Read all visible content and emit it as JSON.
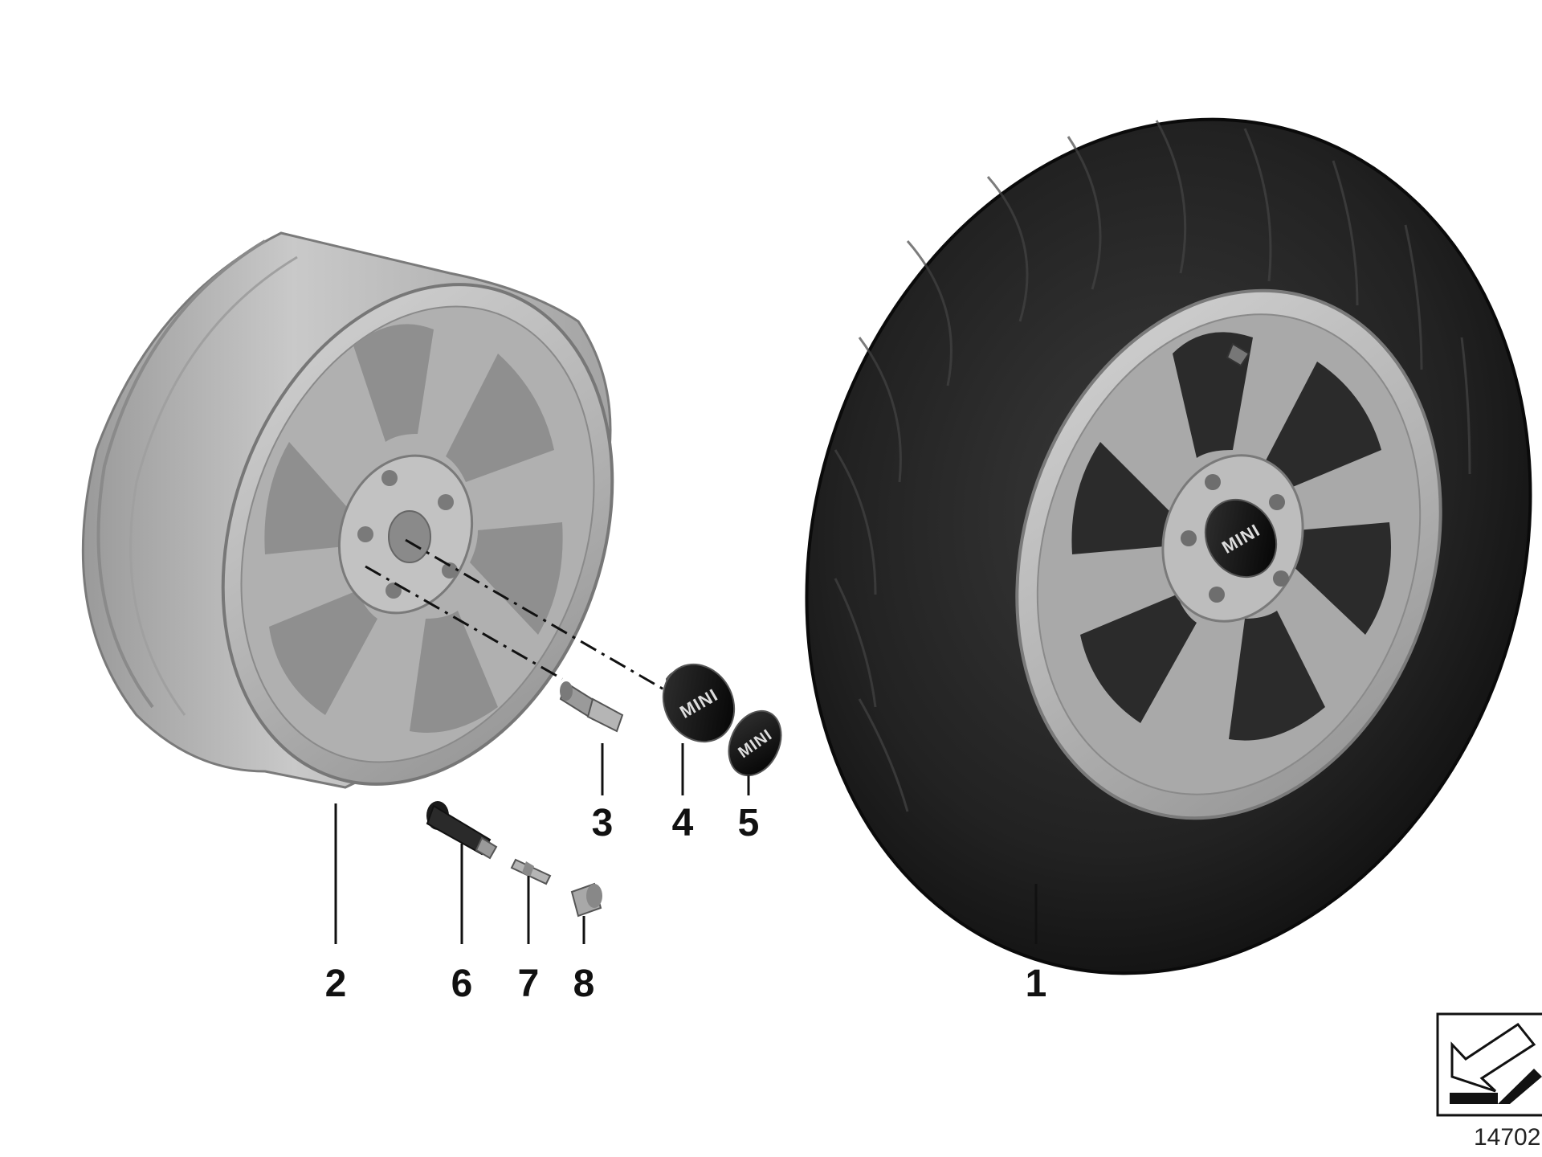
{
  "diagram": {
    "callouts": [
      {
        "id": "1",
        "label": "1"
      },
      {
        "id": "2",
        "label": "2"
      },
      {
        "id": "3",
        "label": "3"
      },
      {
        "id": "4",
        "label": "4"
      },
      {
        "id": "5",
        "label": "5"
      },
      {
        "id": "6",
        "label": "6"
      },
      {
        "id": "7",
        "label": "7"
      },
      {
        "id": "8",
        "label": "8"
      }
    ],
    "brand_logo_text": "MINI",
    "reference_code": "14702",
    "colors": {
      "tire": "#222222",
      "rim": "#b8b8b8",
      "rim_dark": "#8c8c8c",
      "cap": "#111111",
      "line": "#111111"
    }
  }
}
